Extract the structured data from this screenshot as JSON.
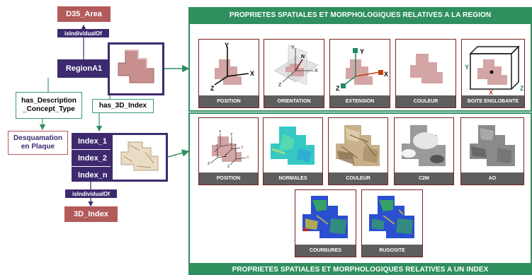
{
  "colors": {
    "class_node": "#b35a5a",
    "instance_node": "#3d2a6e",
    "panel_green": "#2f8f5f",
    "card_border": "#7a2020",
    "card_label_bg": "#5e5e5e",
    "shape_fill": "#d4a5a5"
  },
  "graph": {
    "d35_area": "D35_Area",
    "is_individual_of_top": "isIndividualOf",
    "region_a1": "RegionA1",
    "has_description_concept_type": "has_Description\n_Concept_Type",
    "has_3d_index": "has_3D_Index",
    "desquamation": "Desquamation\nen Plaque",
    "index_items": [
      "Index_1",
      "Index_2",
      "Index_n"
    ],
    "is_individual_of_bottom": "isIndividualOf",
    "index_3d": "3D_Index"
  },
  "region_panel": {
    "title": "PROPRIETES SPATIALES ET MORPHOLOGIQUES RELATIVES A LA REGION",
    "cards": [
      {
        "label": "POSITION",
        "icon": "axes-shape-icon"
      },
      {
        "label": "ORIENTATION",
        "icon": "orientation-plane-icon"
      },
      {
        "label": "EXTENSION",
        "icon": "extension-axes-icon"
      },
      {
        "label": "COULEUR",
        "icon": "color-shape-icon"
      },
      {
        "label": "BOITE ENGLOBANTE",
        "icon": "bounding-box-icon"
      }
    ]
  },
  "index_panel": {
    "title": "PROPRIETES SPATIALES ET MORPHOLOGIQUES RELATIVES A UN INDEX",
    "cards_row1": [
      {
        "label": "POSITION",
        "icon": "multi-axes-icon"
      },
      {
        "label": "NORMALES",
        "icon": "normals-map-icon"
      },
      {
        "label": "COULEUR",
        "icon": "texture-map-icon"
      },
      {
        "label": "C2M",
        "icon": "c2m-map-icon"
      },
      {
        "label": "AO",
        "icon": "ao-map-icon"
      }
    ],
    "cards_row2": [
      {
        "label": "COURBURES",
        "icon": "curvature-map-icon"
      },
      {
        "label": "RUGOSITE",
        "icon": "roughness-map-icon"
      }
    ]
  }
}
